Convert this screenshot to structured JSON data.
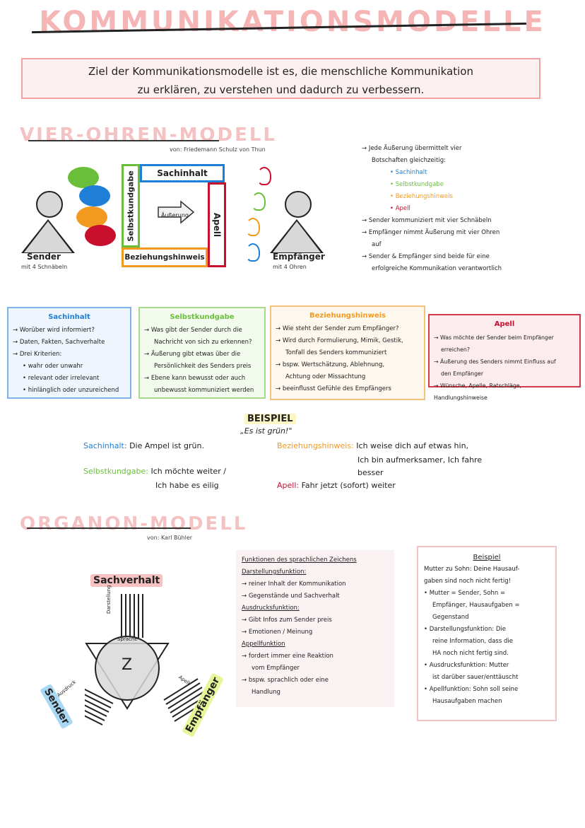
{
  "title": "KOMMUNIKATIONSMODELLE",
  "goal": {
    "line1": "Ziel der Kommunikationsmodelle ist es, die menschliche Kommunikation",
    "line2": "zu erklären, zu verstehen und dadurch zu verbessern."
  },
  "four_ears": {
    "title": "VIER-OHREN-MODELL",
    "author": "von: Friedemann Schulz von Thun",
    "sender_name": "Sender",
    "sender_sub": "mit 4 Schnäbeln",
    "receiver_name": "Empfänger",
    "receiver_sub": "mit 4 Ohren",
    "box_sachinhalt": "Sachinhalt",
    "box_selbstkundgabe": "Selbstkundgabe",
    "box_appell": "Apell",
    "box_beziehung": "Beziehungshinweis",
    "arrow_label": "Äußerung",
    "colors": {
      "blue": "#1f7fd6",
      "green": "#6abf3a",
      "orange": "#f29a1f",
      "red": "#c8102e"
    },
    "notes": {
      "n1a": "→ Jede Äußerung übermittelt vier",
      "n1b": "Botschaften gleichzeitig:",
      "list": [
        "• Sachinhalt",
        "• Selbstkundgabe",
        "• Beziehungshinweis",
        "• Apell"
      ],
      "n2": "→ Sender kommuniziert mit vier Schnäbeln",
      "n3a": "→ Empfänger nimmt Äußerung mit vier Ohren",
      "n3b": "auf",
      "n4a": "→ Sender & Empfänger sind beide für eine",
      "n4b": "erfolgreiche Kommunikation verantwortlich"
    }
  },
  "cards": {
    "sach": {
      "title": "Sachinhalt",
      "lines": [
        "→ Worüber wird informiert?",
        "→ Daten, Fakten, Sachverhalte",
        "→ Drei Kriterien:",
        "• wahr oder unwahr",
        "• relevant oder irrelevant",
        "• hinlänglich oder unzureichend"
      ]
    },
    "selbst": {
      "title": "Selbstkundgabe",
      "lines": [
        "→ Was gibt der Sender durch die",
        "Nachricht von sich zu erkennen?",
        "→ Äußerung gibt etwas über die",
        "Persönlichkeit des Senders preis",
        "→ Ebene kann bewusst oder auch",
        "unbewusst kommuniziert werden"
      ]
    },
    "bez": {
      "title": "Beziehungshinweis",
      "lines": [
        "→ Wie steht der Sender zum Empfänger?",
        "→ Wird durch Formulierung, Mimik, Gestik,",
        "Tonfall des Senders kommuniziert",
        "→ bspw. Wertschätzung, Ablehnung,",
        "Achtung oder Missachtung",
        "→ beeinflusst Gefühle des Empfängers"
      ]
    },
    "apell": {
      "title": "Apell",
      "lines": [
        "→ Was möchte der Sender beim Empfänger",
        "erreichen?",
        "→ Äußerung des Senders nimmt Einfluss auf",
        "den Empfänger",
        "→ Wünsche, Apelle, Ratschläge, Handlungshinweise"
      ]
    }
  },
  "example": {
    "heading": "BEISPIEL",
    "quote": "„Es ist grün!\"",
    "sach_label": "Sachinhalt:",
    "sach_text": "Die Ampel ist grün.",
    "selbst_label": "Selbstkundgabe:",
    "selbst_text1": "Ich möchte weiter /",
    "selbst_text2": "Ich habe es eilig",
    "bez_label": "Beziehungshinweis:",
    "bez_text1": "Ich weise dich auf etwas hin,",
    "bez_text2": "Ich bin aufmerksamer, Ich fahre",
    "bez_text3": "besser",
    "apell_label": "Apell:",
    "apell_text": "Fahr jetzt (sofort) weiter"
  },
  "organon": {
    "title": "ORGANON-MODELL",
    "author": "von: Karl Bühler",
    "sachverhalt": "Sachverhalt",
    "darstellung": "Darstellung",
    "sprache": "Sprache",
    "z": "Z",
    "ausdruck": "Ausdruck",
    "sender": "Sender",
    "appell": "Apell",
    "empfaenger": "Empfänger",
    "functions": {
      "heading": "Funktionen des sprachlichen Zeichens",
      "d_title": "Darstellungsfunktion:",
      "d1": "→ reiner Inhalt der Kommunikation",
      "d2": "→ Gegenstände und Sachverhalt",
      "a_title": "Ausdrucksfunktion:",
      "a1": "→ Gibt Infos zum Sender preis",
      "a2": "→ Emotionen / Meinung",
      "p_title": "Appellfunktion",
      "p1": "→ fordert immer eine Reaktion",
      "p2": "vom Empfänger",
      "p3": "→ bspw. sprachlich oder eine",
      "p4": "Handlung"
    },
    "example": {
      "heading": "Beispiel",
      "l1": "Mutter zu Sohn: Deine Hausauf-",
      "l2": "gaben sind noch nicht fertig!",
      "l3": "• Mutter = Sender, Sohn =",
      "l4": "Empfänger, Hausaufgaben =",
      "l5": "Gegenstand",
      "l6": "• Darstellungsfunktion: Die",
      "l7": "reine Information, dass die",
      "l8": "HA noch nicht fertig sind.",
      "l9": "• Ausdrucksfunktion: Mutter",
      "l10": "ist darüber sauer/enttäuscht",
      "l11": "• Apellfunktion: Sohn soll seine",
      "l12": "Hausaufgaben machen"
    }
  }
}
